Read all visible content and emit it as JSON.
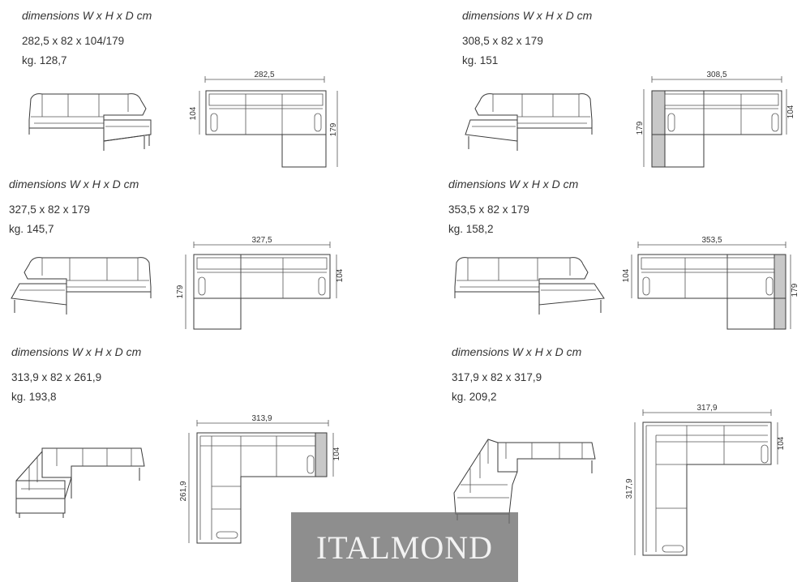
{
  "configurations": [
    {
      "title": "dimensions W x H x D cm",
      "size": "282,5 x 82 x 104/179",
      "weight": "kg. 128,7",
      "width_label": "282,5",
      "depth_a": "104",
      "depth_b": "179"
    },
    {
      "title": "dimensions W x H x D cm",
      "size": "308,5 x 82 x 179",
      "weight": "kg. 151",
      "width_label": "308,5",
      "depth_a": "104",
      "depth_b": "179"
    },
    {
      "title": "dimensions W x H x D cm",
      "size": "327,5 x 82 x 179",
      "weight": "kg. 145,7",
      "width_label": "327,5",
      "depth_a": "104",
      "depth_b": "179"
    },
    {
      "title": "dimensions W x H x D cm",
      "size": "353,5 x 82 x 179",
      "weight": "kg. 158,2",
      "width_label": "353,5",
      "depth_a": "104",
      "depth_b": "179"
    },
    {
      "title": "dimensions W x H x D cm",
      "size": "313,9 x 82 x 261,9",
      "weight": "kg. 193,8",
      "width_label": "313,9",
      "depth_a": "104",
      "depth_b": "261,9"
    },
    {
      "title": "dimensions W x H x D cm",
      "size": "317,9 x 82 x 317,9",
      "weight": "kg. 209,2",
      "width_label": "317,9",
      "depth_a": "104",
      "depth_b": "317,9"
    }
  ],
  "watermark": {
    "text": "ITALMOND"
  }
}
